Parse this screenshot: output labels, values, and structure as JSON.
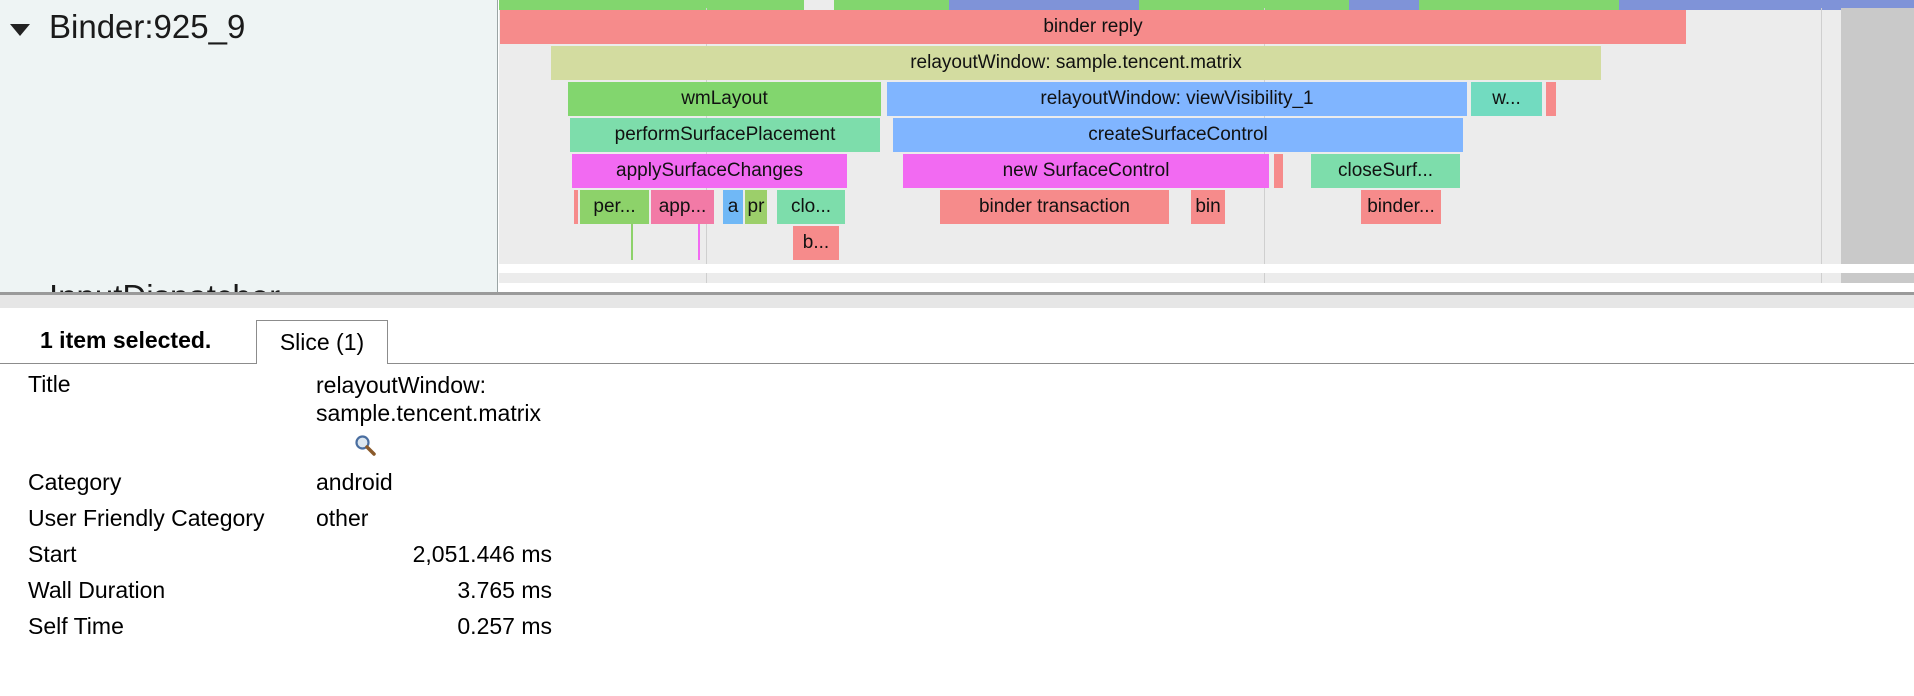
{
  "track": {
    "name": "Binder:925_9",
    "next_track_name": "InputDispatcher"
  },
  "slices": [
    {
      "id": "s1",
      "label": "binder reply",
      "color": "#f68b8b"
    },
    {
      "id": "s2",
      "label": "relayoutWindow: sample.tencent.matrix",
      "color": "#d3dca0"
    },
    {
      "id": "s3",
      "label": "wmLayout",
      "color": "#82d66e"
    },
    {
      "id": "s4",
      "label": "relayoutWindow: viewVisibility_1",
      "color": "#80b5ff"
    },
    {
      "id": "s5",
      "label": "w...",
      "color": "#72dbc0"
    },
    {
      "id": "s6",
      "label": "performSurfacePlacement",
      "color": "#7dddab"
    },
    {
      "id": "s7",
      "label": "createSurfaceControl",
      "color": "#80b5ff"
    },
    {
      "id": "s8",
      "label": "applySurfaceChanges",
      "color": "#f26af2"
    },
    {
      "id": "s9",
      "label": "new SurfaceControl",
      "color": "#f26af2"
    },
    {
      "id": "s10",
      "label": "closeSurf...",
      "color": "#7dddab"
    },
    {
      "id": "s11",
      "label": "per...",
      "color": "#8dd26a"
    },
    {
      "id": "s12",
      "label": "app...",
      "color": "#f27aa6"
    },
    {
      "id": "s13",
      "label": "a",
      "color": "#70b8f6"
    },
    {
      "id": "s14",
      "label": "pr",
      "color": "#9ccf6a"
    },
    {
      "id": "s15",
      "label": "clo...",
      "color": "#7dddab"
    },
    {
      "id": "s16",
      "label": "binder transaction",
      "color": "#f68b8b"
    },
    {
      "id": "s17",
      "label": "bin",
      "color": "#f68b8b"
    },
    {
      "id": "s18",
      "label": "binder...",
      "color": "#f68b8b"
    },
    {
      "id": "s19",
      "label": "b...",
      "color": "#f68b8b"
    },
    {
      "id": "s20",
      "label": "",
      "color": "#f68b8b"
    },
    {
      "id": "s21",
      "label": "",
      "color": "#f68b8b"
    },
    {
      "id": "s22",
      "label": "",
      "color": "#f68b8b"
    }
  ],
  "analysis": {
    "selection_text": "1 item selected.",
    "tab_label": "Slice (1)",
    "rows": [
      {
        "key": "Title",
        "value": "relayoutWindow: sample.tencent.matrix"
      },
      {
        "key": "Category",
        "value": "android"
      },
      {
        "key": "User Friendly Category",
        "value": "other"
      },
      {
        "key": "Start",
        "value": "2,051.446 ms"
      },
      {
        "key": "Wall Duration",
        "value": "3.765 ms"
      },
      {
        "key": "Self Time",
        "value": "0.257 ms"
      }
    ]
  },
  "icons": {
    "search": "magnifier-icon"
  }
}
